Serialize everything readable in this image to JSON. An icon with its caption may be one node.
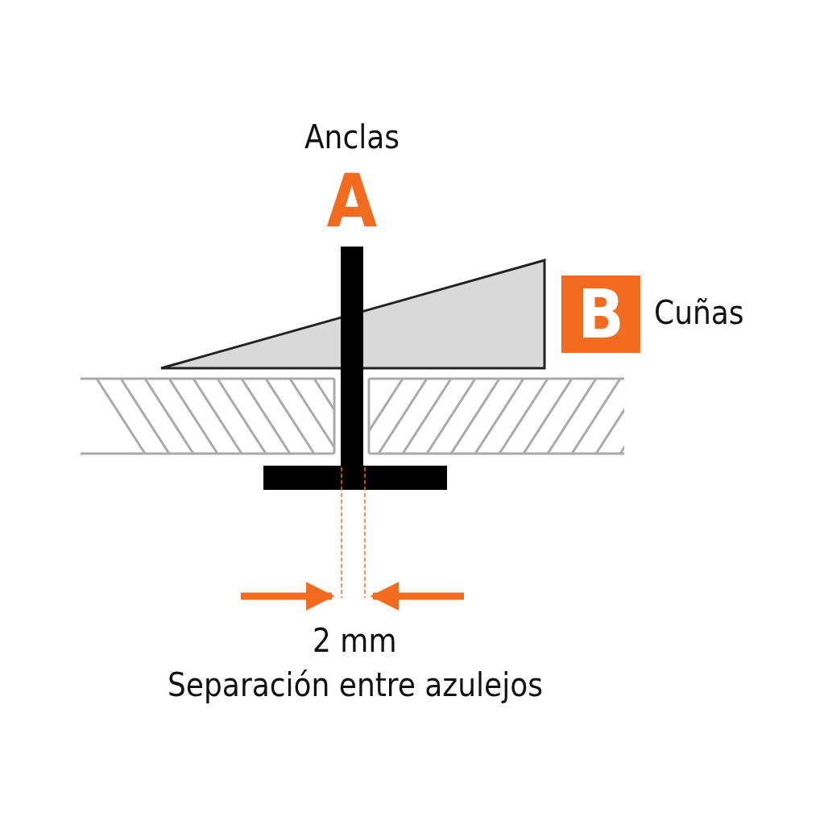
{
  "diagram": {
    "labels": [
      "Anclas",
      "A",
      "B",
      "Cuñas",
      "2 mm",
      "Separación entre azulejos"
    ]
  }
}
